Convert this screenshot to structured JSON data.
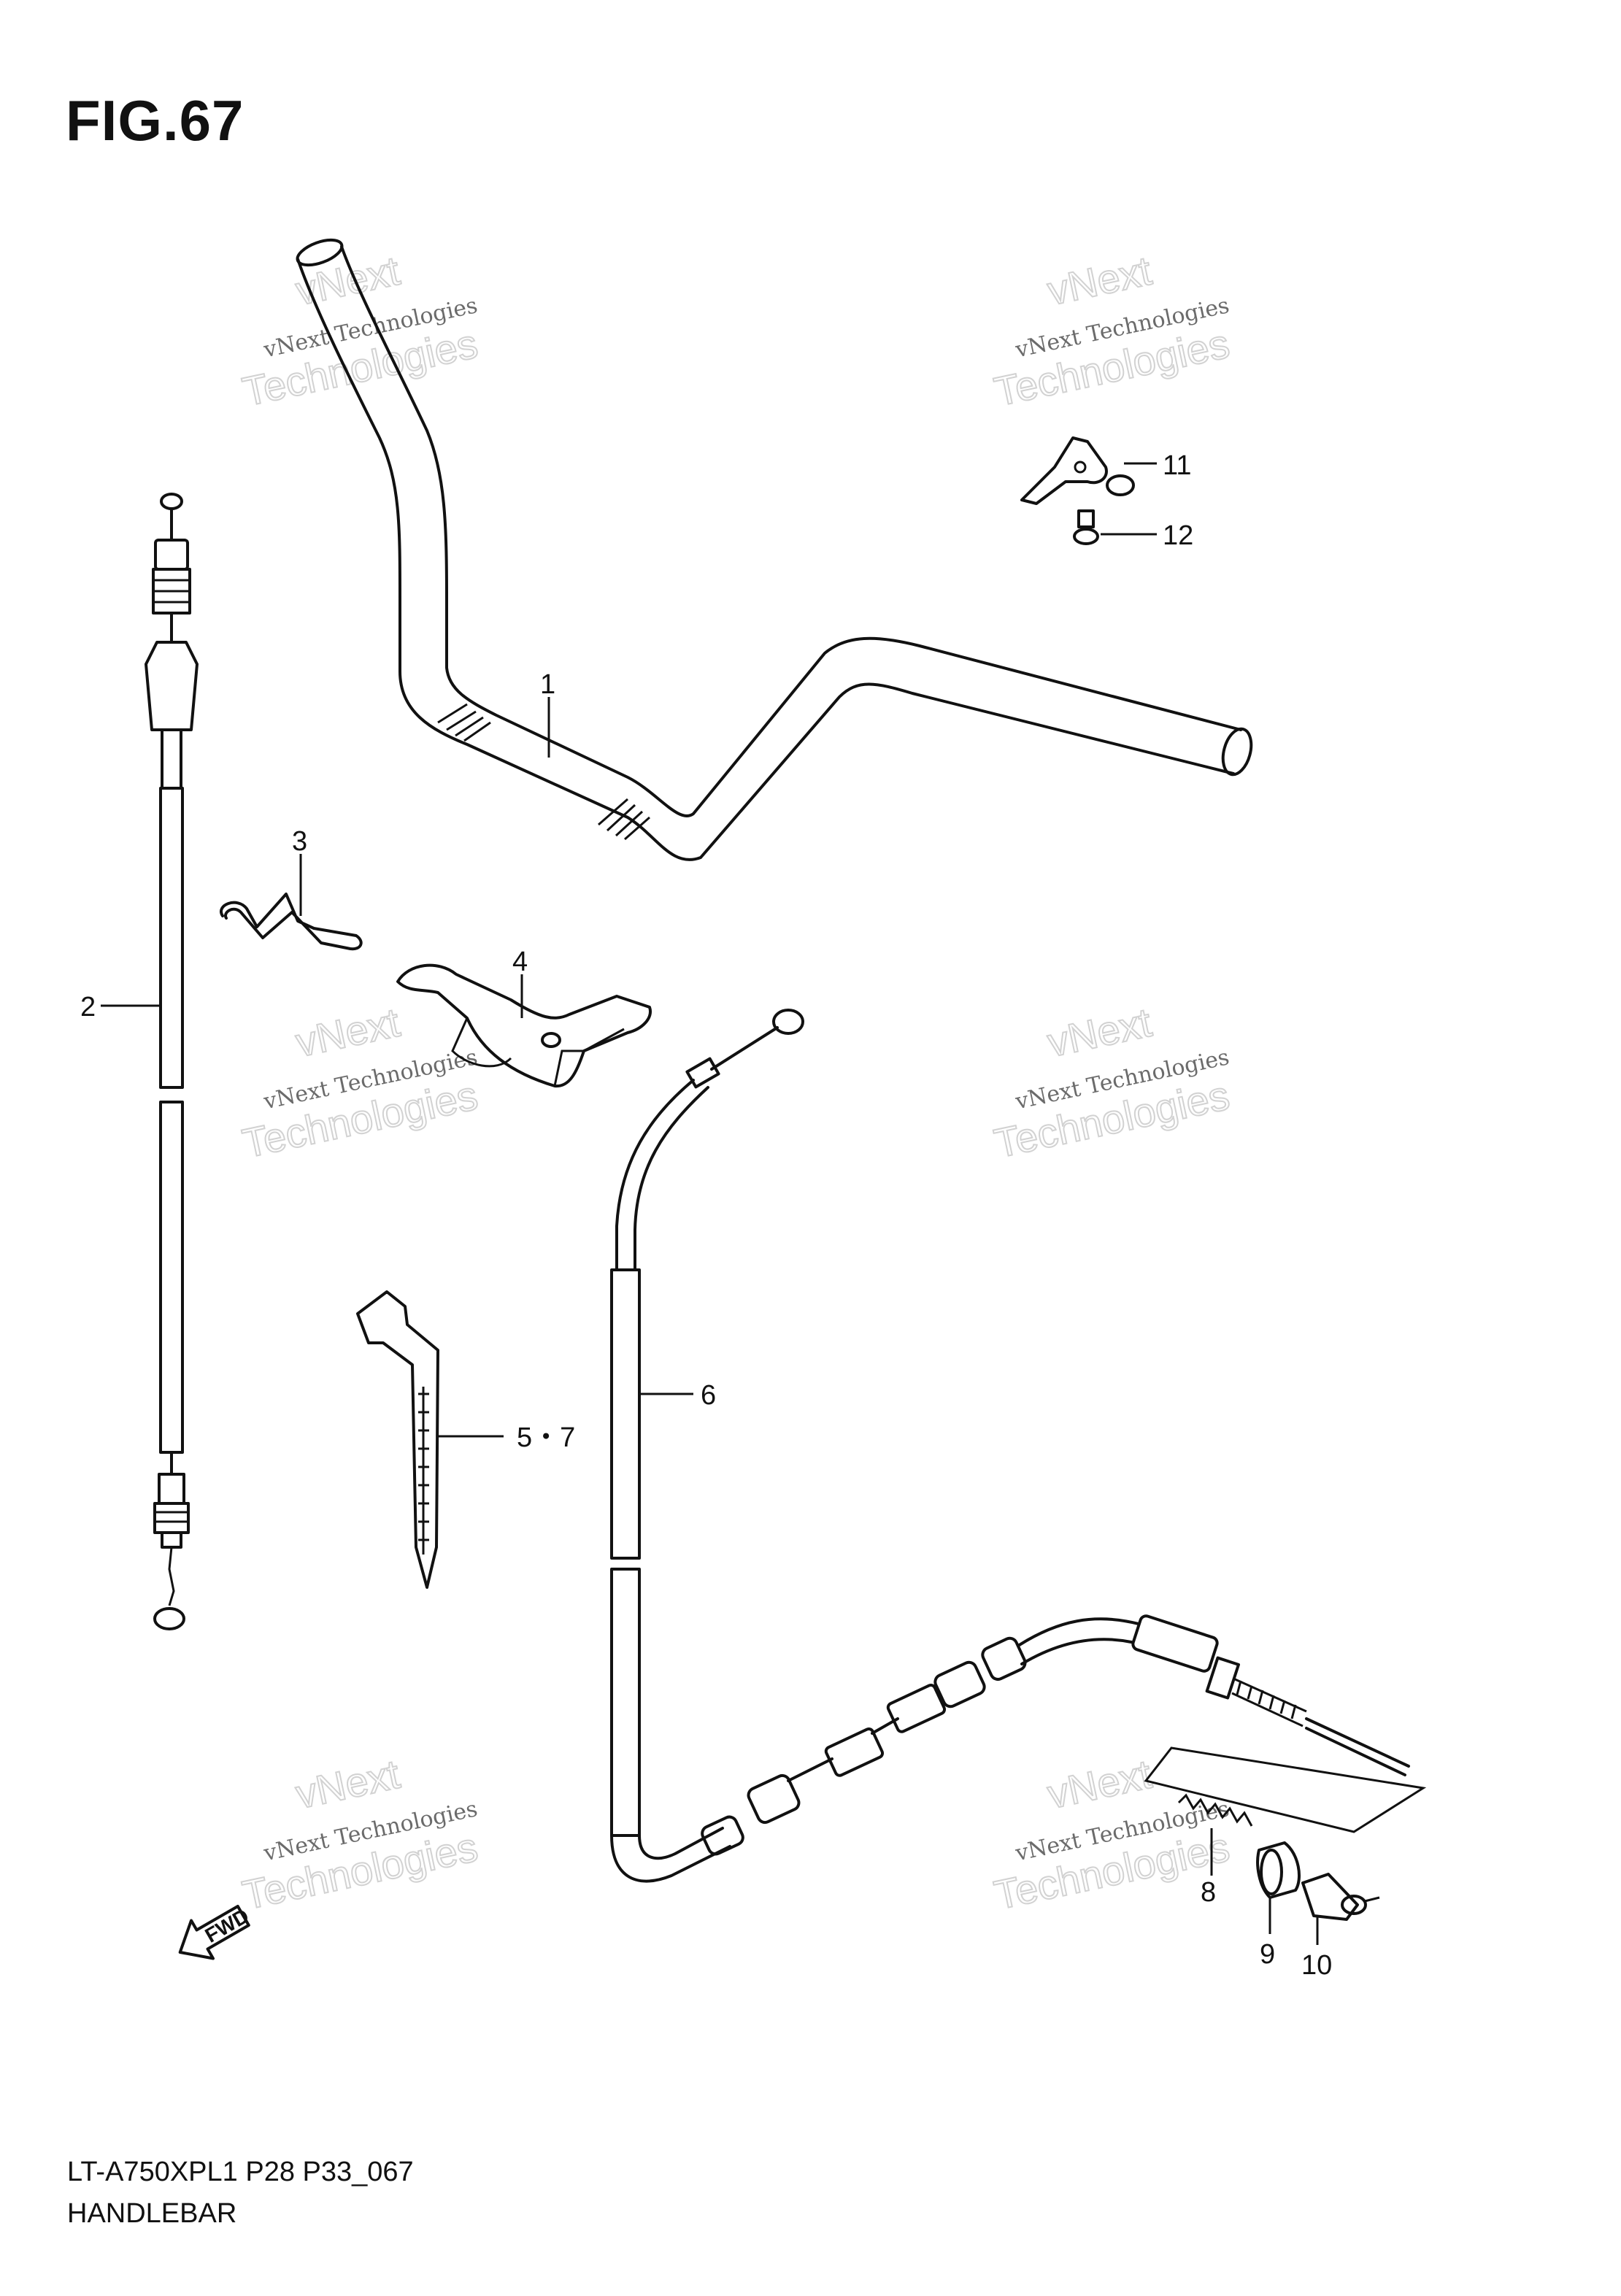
{
  "figure": {
    "title": "FIG.67",
    "model_code": "LT-A750XPL1 P28 P33_067",
    "section_name": "HANDLEBAR",
    "fwd_marker": "FWD"
  },
  "watermark": {
    "line1": "vNext Technologies",
    "line2": "Technologies",
    "line3": "vNext",
    "color": "#6b6b6b"
  },
  "callouts": {
    "c1": "1",
    "c2": "2",
    "c3": "3",
    "c4": "4",
    "c5": "5・7",
    "c6": "6",
    "c8": "8",
    "c9": "9",
    "c10": "10",
    "c11": "11",
    "c12": "12"
  }
}
